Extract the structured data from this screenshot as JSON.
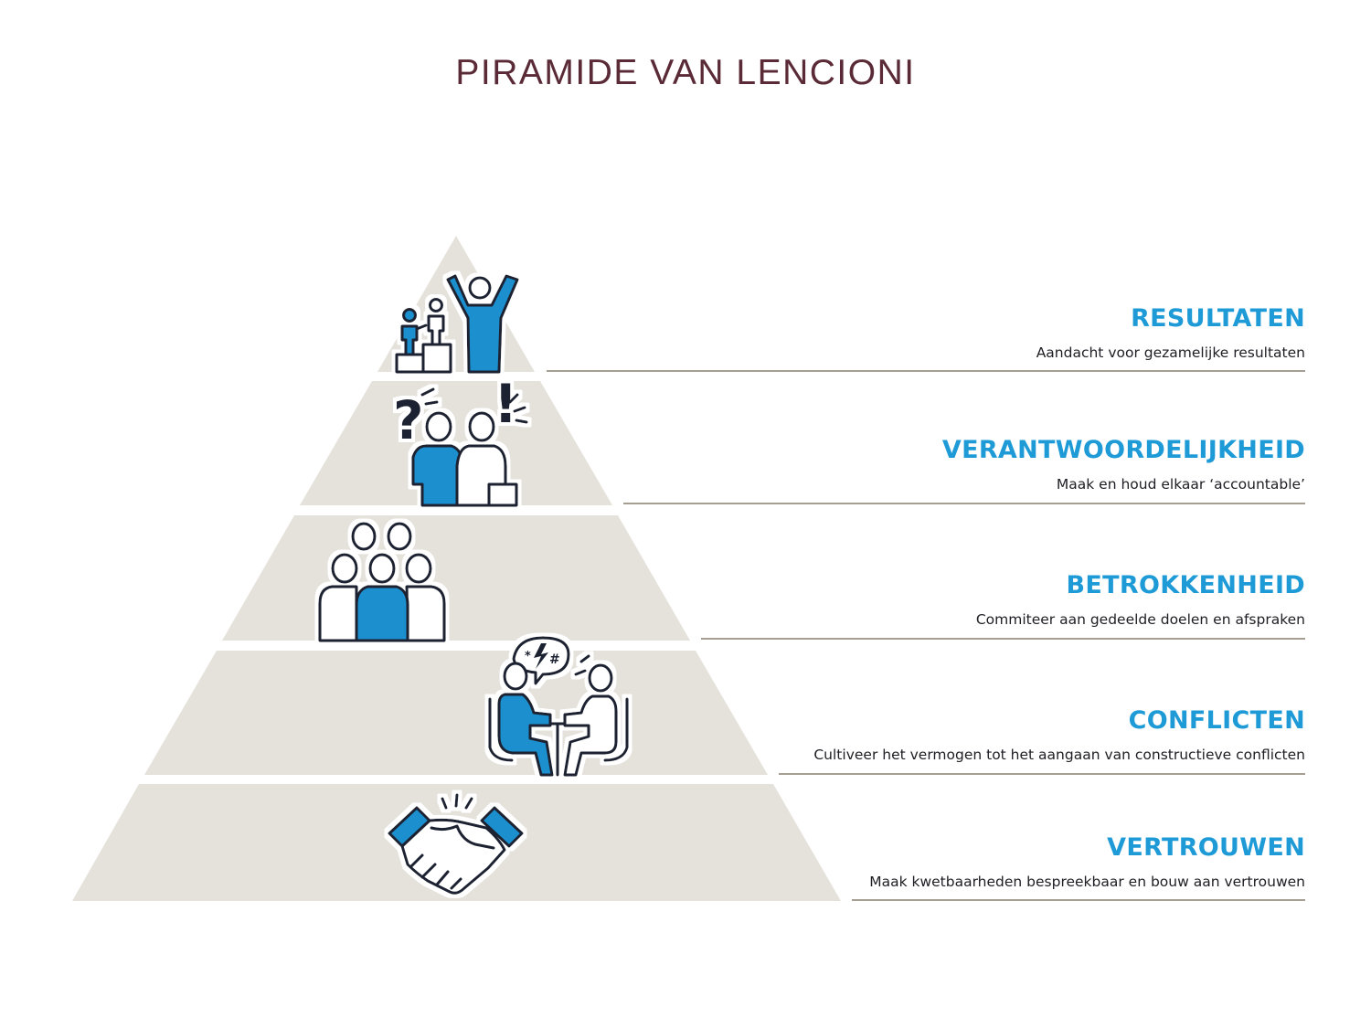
{
  "title": "PIRAMIDE VAN LENCIONI",
  "colors": {
    "title": "#5a2a36",
    "heading": "#1e9bd7",
    "tier": "#e5e1db",
    "rule": "#a59e92",
    "icon_fill": "#1e8fcf",
    "icon_line": "#1d2330"
  },
  "levels": [
    {
      "title": "RESULTATEN",
      "description": "Aandacht voor gezamelijke resultaten",
      "icon": "podium-winners-icon"
    },
    {
      "title": "VERANTWOORDELIJKHEID",
      "description": "Maak en houd elkaar ‘accountable’",
      "icon": "question-exclamation-people-icon"
    },
    {
      "title": "BETROKKENHEID",
      "description": "Commiteer aan gedeelde doelen en afspraken",
      "icon": "group-people-icon"
    },
    {
      "title": "CONFLICTEN",
      "description": "Cultiveer het vermogen tot het aangaan van constructieve conflicten",
      "icon": "arguing-people-icon"
    },
    {
      "title": "VERTROUWEN",
      "description": "Maak kwetbaarheden bespreekbaar en bouw aan vertrouwen",
      "icon": "handshake-icon"
    }
  ]
}
